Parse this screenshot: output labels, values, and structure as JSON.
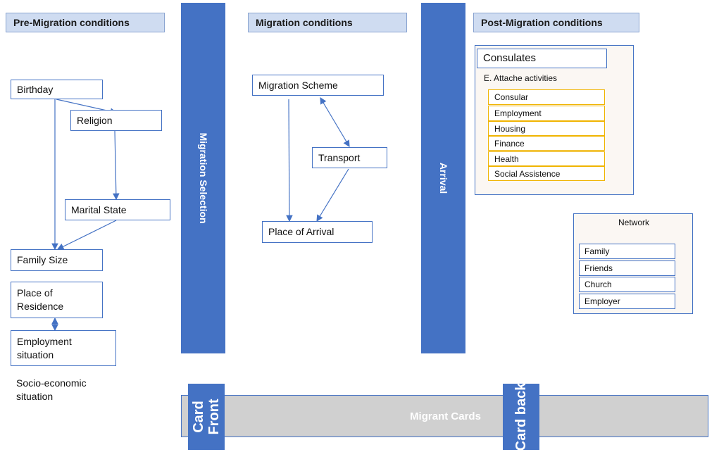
{
  "headers": {
    "pre": "Pre-Migration conditions",
    "migration": "Migration conditions",
    "post": "Post-Migration conditions"
  },
  "pre": {
    "birthday": "Birthday",
    "religion": "Religion",
    "marital_state": "Marital State",
    "family_size": "Family Size",
    "place_of_residence": "Place of Residence",
    "employment_situation": "Employment situation",
    "socio_economic_situation": "Socio-economic situation"
  },
  "bars": {
    "migration_selection": "Migration Selection",
    "arrival": "Arrival"
  },
  "migration": {
    "scheme": "Migration  Scheme",
    "transport": "Transport",
    "place_of_arrival": "Place of Arrival"
  },
  "consulates": {
    "title": "Consulates",
    "subtitle": "E. Attache activities",
    "activities": [
      "Consular",
      "Employment",
      "Housing",
      "Finance",
      "Health",
      "Social Assistence"
    ]
  },
  "network": {
    "title": "Network",
    "items": [
      "Family",
      "Friends",
      "Church",
      "Employer"
    ]
  },
  "cards": {
    "label": "Migrant Cards",
    "front": "Card Front",
    "back": "Card back"
  },
  "colors": {
    "blue": "#4472c4",
    "header_fill": "#cfdcf1",
    "yellow_border": "#f0b400",
    "card_strip": "#d0d0d0"
  }
}
